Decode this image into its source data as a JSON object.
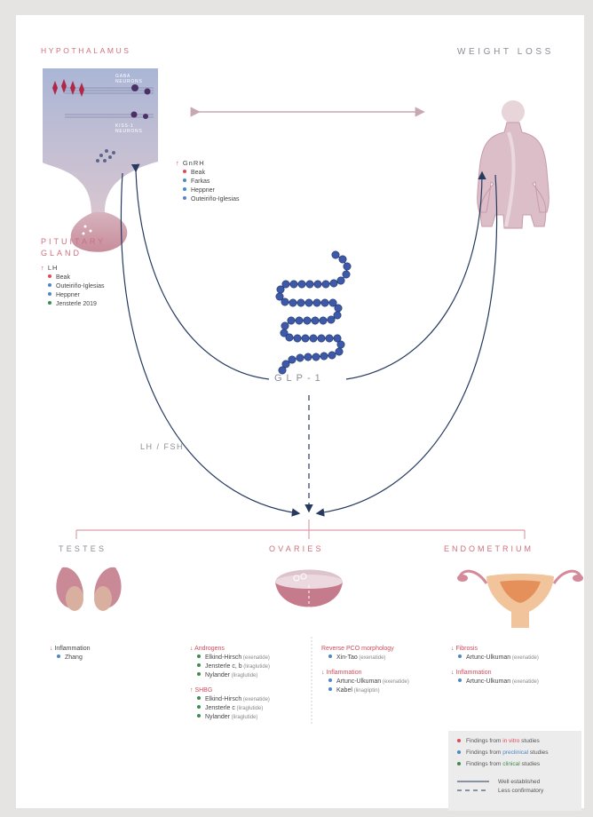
{
  "labels": {
    "hypothalamus": "HYPOTHALAMUS",
    "gaba": "GABA NEURONS",
    "kiss": "KISS-1 NEURONS",
    "weight_loss": "WEIGHT LOSS",
    "pituitary_line1": "PITUITARY",
    "pituitary_line2": "GLAND",
    "glp1": "GLP-1",
    "lhfsh": "LH / FSH",
    "testes": "TESTES",
    "ovaries": "OVARIES",
    "endometrium": "ENDOMETRIUM"
  },
  "gnrh": {
    "title": "GnRH",
    "refs": [
      {
        "name": "Beak",
        "evidence": "in vitro",
        "color": "#e0485c"
      },
      {
        "name": "Farkas",
        "evidence": "preclinical",
        "color": "#4d86c9"
      },
      {
        "name": "Heppner",
        "evidence": "preclinical",
        "color": "#4d86c9"
      },
      {
        "name": "Outeiriño-Iglesias",
        "evidence": "preclinical",
        "color": "#4d86c9"
      }
    ]
  },
  "lh": {
    "title": "LH",
    "refs": [
      {
        "name": "Beak",
        "evidence": "in vitro",
        "color": "#e0485c"
      },
      {
        "name": "Outeiriño-Iglesias",
        "evidence": "preclinical",
        "color": "#4d86c9"
      },
      {
        "name": "Heppner",
        "evidence": "preclinical",
        "color": "#4d86c9"
      },
      {
        "name": "Jensterle 2019",
        "evidence": "clinical",
        "color": "#3f8a4e"
      }
    ]
  },
  "testes_findings": {
    "inflammation_title": "Inflammation",
    "inflammation_refs": [
      {
        "name": "Zhang",
        "note": "",
        "color": "#4d86c9"
      }
    ]
  },
  "ovaries_findings": {
    "androgens_title": "Androgens",
    "androgens_refs": [
      {
        "name": "Elkind-Hirsch",
        "note": "(exenatide)",
        "color": "#3f8a4e"
      },
      {
        "name": "Jensterle c, b",
        "note": "(liraglutide)",
        "color": "#3f8a4e"
      },
      {
        "name": "Nylander",
        "note": "(liraglutide)",
        "color": "#3f8a4e"
      }
    ],
    "shbg_title": "SHBG",
    "shbg_refs": [
      {
        "name": "Elkind-Hirsch",
        "note": "(exenatide)",
        "color": "#3f8a4e"
      },
      {
        "name": "Jensterle c",
        "note": "(liraglutide)",
        "color": "#3f8a4e"
      },
      {
        "name": "Nylander",
        "note": "(liraglutide)",
        "color": "#3f8a4e"
      }
    ],
    "pco_title": "Reverse PCO morphology",
    "pco_refs": [
      {
        "name": "Xin-Tao",
        "note": "(exenatide)",
        "color": "#4d86c9"
      }
    ],
    "inflammation_title": "Inflammation",
    "inflammation_refs": [
      {
        "name": "Artunc-Ulkuman",
        "note": "(exenatide)",
        "color": "#4d86c9"
      },
      {
        "name": "Kabel",
        "note": "(linagliptin)",
        "color": "#4d86c9"
      }
    ]
  },
  "endometrium_findings": {
    "fibrosis_title": "Fibrosis",
    "fibrosis_refs": [
      {
        "name": "Artunc-Ulkuman",
        "note": "(exenatide)",
        "color": "#4d86c9"
      }
    ],
    "inflammation_title": "Inflammation",
    "inflammation_refs": [
      {
        "name": "Artunc-Ulkuman",
        "note": "(exenatide)",
        "color": "#4d86c9"
      }
    ]
  },
  "legend": {
    "findings_from": "Findings from",
    "studies": "studies",
    "in_vitro": "in vitro",
    "preclinical": "preclinical",
    "clinical": "clinical",
    "well_established": "Well established",
    "less_confirmatory": "Less confirmatory",
    "colors": {
      "in_vitro": "#e0485c",
      "preclinical": "#4d86c9",
      "clinical": "#3f8a4e"
    }
  },
  "colors": {
    "pink": "#cf6f7e",
    "navy": "#26395e",
    "bead": "#3d5aa8"
  }
}
